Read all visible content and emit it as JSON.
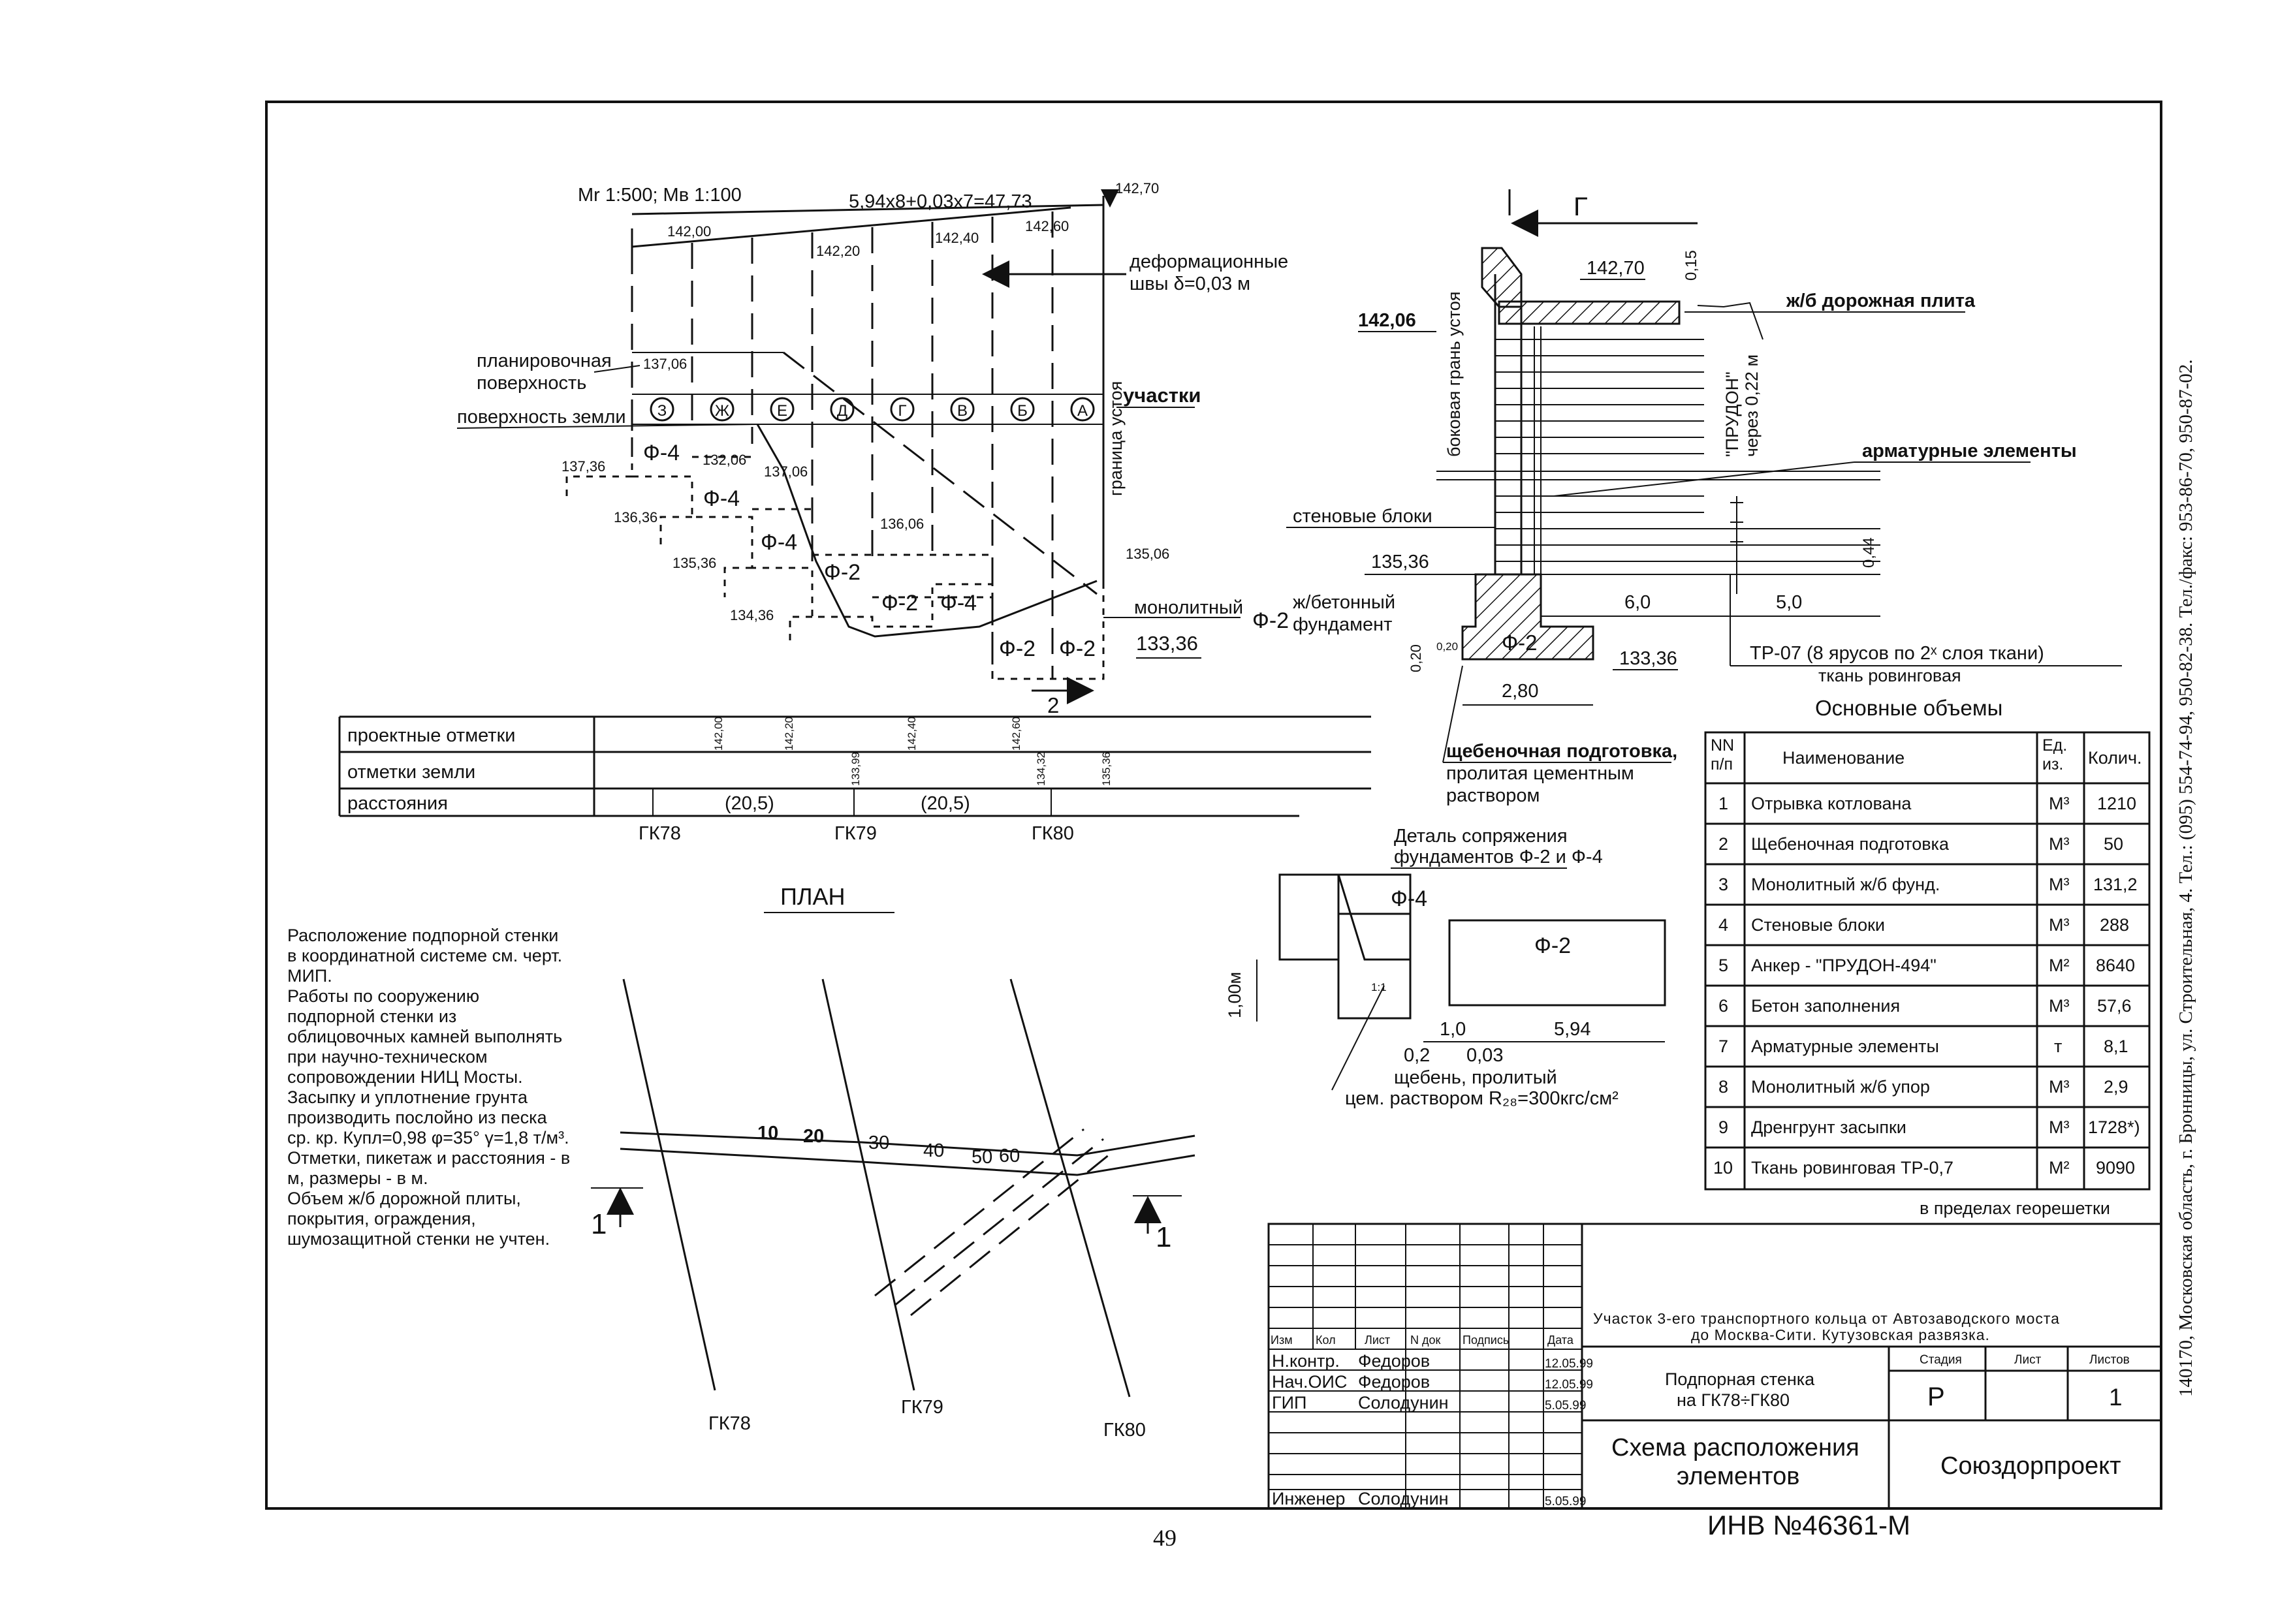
{
  "elevation": {
    "scale_label": "Mr 1:500; Мв 1:100",
    "length_formula": "5,94x8+0,03x7=47,73",
    "top_elev": "142,70",
    "elev_142_00": "142,00",
    "elev_142_20": "142,20",
    "elev_142_40": "142,40",
    "elev_142_60": "142,60",
    "joints_label": [
      "деформационные",
      "швы δ=0,03 м"
    ],
    "planning_label": [
      "планировочная",
      "поверхность"
    ],
    "ground_label": "поверхность земли",
    "elev_137_06": "137,06",
    "elev_132_06": "132,06",
    "elev_137_06b": "137,06",
    "elev_136_06": "136,06",
    "elev_137_36": "137,36",
    "elev_136_36": "136,36",
    "elev_135_36": "135,36",
    "elev_134_36": "134,36",
    "elev_135_06": "135,06",
    "elev_133_36": "133,36",
    "sections": [
      "З",
      "Ж",
      "Е",
      "Д",
      "Г",
      "В",
      "Б",
      "А"
    ],
    "sections_label": "участки",
    "boundary_label": "граница устоя",
    "monolith_label": "монолитный",
    "foundation_code": "Ф-2",
    "foundations": [
      "Ф-4",
      "Ф-4",
      "Ф-4",
      "Ф-2",
      "Ф-2",
      "Ф-4",
      "Ф-2",
      "Ф-2"
    ],
    "cut_label": "2"
  },
  "profile": {
    "rows": [
      "проектные отметки",
      "отметки земли",
      "расстояния"
    ],
    "design_marks": [
      "142,00",
      "142,20",
      "142,40",
      "142,60"
    ],
    "ground_marks": [
      "133,99",
      "134,32",
      "135,36"
    ],
    "distances": [
      "(20,5)",
      "(20,5)"
    ],
    "pickets": [
      "ГК78",
      "ГК79",
      "ГК80"
    ]
  },
  "section": {
    "title": "Г",
    "elev_142_70": "142,70",
    "dim_015": "0,15",
    "slab_label": "ж/б дорожная плита",
    "elev_142_06": "142,06",
    "side_face_label": "боковая грань устоя",
    "prudon_label": [
      "\"ПРУДОН\"",
      "через 0,22 м"
    ],
    "reinforcement_label": "арматурные элементы",
    "wall_blocks_label": "стеновые блоки",
    "dim_044": "0,44",
    "elev_135_36": "135,36",
    "foundation_label": [
      "ж/бетонный",
      "фундамент"
    ],
    "dim_6_0": "6,0",
    "dim_5_0": "5,0",
    "foundation_code": "Ф-2",
    "dim_020a": "0,20",
    "dim_020b": "0,20",
    "elev_133_36": "133,36",
    "tp_label": "ТР-07 (8 ярусов по 2ˣ слоя ткани)",
    "fabric_label": "ткань ровинговая",
    "dim_2_80": "2,80",
    "gravel_label": [
      "щебеночная подготовка,",
      "пролитая цементным",
      "раствором"
    ]
  },
  "detail": {
    "title": [
      "Деталь сопряжения",
      "фундаментов Ф-2 и Ф-4"
    ],
    "f4": "Ф-4",
    "f2": "Ф-2",
    "dim_1_00": "1,00м",
    "slope": "1:1",
    "dim_1_0": "1,0",
    "dim_5_94": "5,94",
    "dim_0_2": "0,2",
    "dim_0_03": "0,03",
    "note": [
      "щебень, пролитый",
      "цем. раствором R₂₈=300кгс/см²"
    ]
  },
  "plan": {
    "title": "ПЛАН",
    "stations": [
      "10",
      "20",
      "30",
      "40",
      "50",
      "60"
    ],
    "pickets": [
      "ГК78",
      "ГК79",
      "ГК80"
    ],
    "cut_left": "1",
    "cut_right": "1"
  },
  "notes": [
    "Расположение подпорной стенки",
    "в координатной системе см. черт.",
    "МИП.",
    "Работы по сооружению",
    "подпорной стенки из",
    "облицовочных камней выполнять",
    "при научно-техническом",
    "сопровождении НИЦ Мосты.",
    "Засыпку и уплотнение грунта",
    "производить послойно из песка",
    "ср. кр. Купл=0,98 φ=35° γ=1,8 т/м³.",
    "Отметки, пикетаж и расстояния - в",
    "м, размеры - в м.",
    "Объем ж/б дорожной плиты,",
    "покрытия, ограждения,",
    "шумозащитной стенки не учтен."
  ],
  "volumes": {
    "title": "Основные объемы",
    "headers": [
      "NN п/п",
      "Наименование",
      "Ед. из.",
      "Колич."
    ],
    "rows": [
      [
        "1",
        "Отрывка котлована",
        "М³",
        "1210"
      ],
      [
        "2",
        "Щебеночная подготовка",
        "М³",
        "50"
      ],
      [
        "3",
        "Монолитный ж/б фунд.",
        "М³",
        "131,2"
      ],
      [
        "4",
        "Стеновые блоки",
        "М³",
        "288"
      ],
      [
        "5",
        "Анкер - \"ПРУДОН-494\"",
        "М²",
        "8640"
      ],
      [
        "6",
        "Бетон заполнения",
        "М³",
        "57,6"
      ],
      [
        "7",
        "Арматурные элементы",
        "т",
        "8,1"
      ],
      [
        "8",
        "Монолитный ж/б упор",
        "М³",
        "2,9"
      ],
      [
        "9",
        "Дренгрунт засыпки",
        "М³",
        "1728*)"
      ],
      [
        "10",
        "Ткань ровинговая ТР-0,7",
        "М²",
        "9090"
      ]
    ],
    "footnote": "в пределах георешетки"
  },
  "title_block": {
    "col_headers": [
      "Изм",
      "Кол",
      "Лист",
      "N док",
      "Подпись",
      "Дата"
    ],
    "signatures": [
      [
        "Н.контр.",
        "Федоров",
        "12.05.99"
      ],
      [
        "Нач.ОИС",
        "Федоров",
        "12.05.99"
      ],
      [
        "ГИП",
        "Солодунин",
        "5.05.99"
      ],
      [
        "Инженер",
        "Солодунин",
        "5.05.99"
      ]
    ],
    "project": [
      "Участок 3-его транспортного кольца от Автозаводского моста",
      "до Москва-Сити. Кутузовская развязка."
    ],
    "object": [
      "Подпорная стенка",
      "на ГК78÷ГК80"
    ],
    "stage_headers": [
      "Стадия",
      "Лист",
      "Листов"
    ],
    "stage": "Р",
    "sheets": "1",
    "sheet_title": [
      "Схема  расположения",
      "элементов"
    ],
    "company": "Союздорпроект"
  },
  "inventory": "ИНВ №46361-М",
  "page_number": "49",
  "side_address": "140170, Московская область, г. Бронницы, ул. Строительная, 4. Тел.: (095) 554-74-94, 950-82-38. Тел./факс: 953-86-70, 950-87-02."
}
